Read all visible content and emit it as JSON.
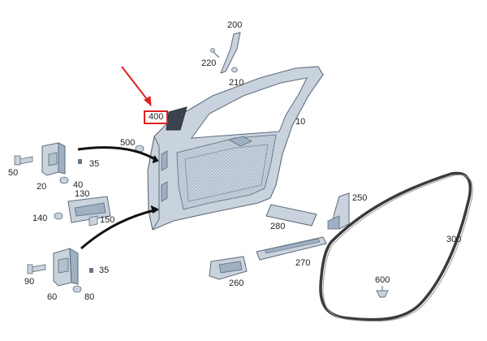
{
  "diagram": {
    "parts": [
      {
        "id": "p10",
        "number": "10"
      },
      {
        "id": "p20",
        "number": "20"
      },
      {
        "id": "p35a",
        "number": "35"
      },
      {
        "id": "p35b",
        "number": "35"
      },
      {
        "id": "p40",
        "number": "40"
      },
      {
        "id": "p50",
        "number": "50"
      },
      {
        "id": "p60",
        "number": "60"
      },
      {
        "id": "p80",
        "number": "80"
      },
      {
        "id": "p90",
        "number": "90"
      },
      {
        "id": "p130",
        "number": "130"
      },
      {
        "id": "p140",
        "number": "140"
      },
      {
        "id": "p150",
        "number": "150"
      },
      {
        "id": "p200",
        "number": "200"
      },
      {
        "id": "p210",
        "number": "210"
      },
      {
        "id": "p220",
        "number": "220"
      },
      {
        "id": "p250",
        "number": "250"
      },
      {
        "id": "p260",
        "number": "260"
      },
      {
        "id": "p270",
        "number": "270"
      },
      {
        "id": "p280",
        "number": "280"
      },
      {
        "id": "p300",
        "number": "300"
      },
      {
        "id": "p400",
        "number": "400",
        "highlighted": true
      },
      {
        "id": "p500",
        "number": "500"
      },
      {
        "id": "p600",
        "number": "600"
      }
    ],
    "colors": {
      "part_fill": "#c9d3de",
      "part_fill_dark": "#9fb0c2",
      "outline": "#5e6b7a",
      "seal": "#3a3a3a",
      "arrow": "#111111",
      "highlight": "#e02020"
    }
  }
}
